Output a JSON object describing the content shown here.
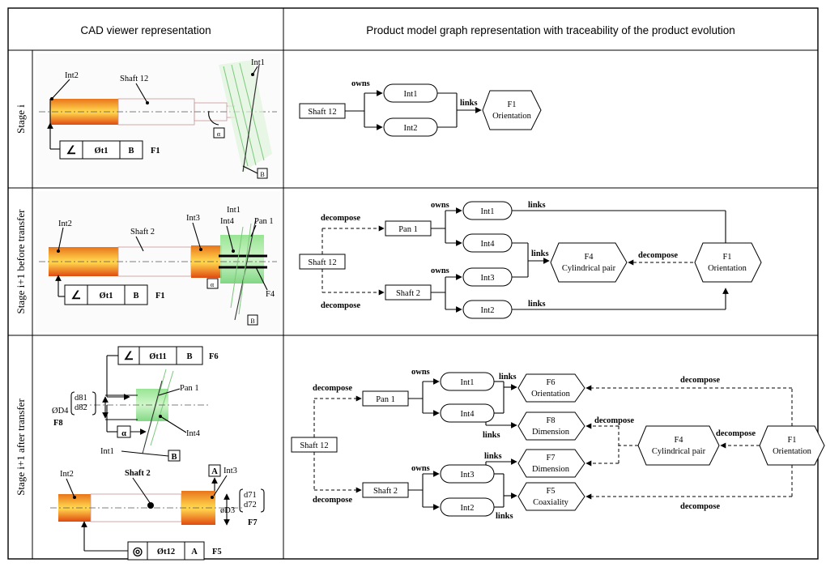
{
  "headers": {
    "cad": "CAD viewer representation",
    "graph": "Product model graph representation with traceability of the product evolution"
  },
  "stages": {
    "s1": "Stage i",
    "s2": "Stage i+1 before transfer",
    "s3": "Stage i+1 after transfer"
  },
  "cad1": {
    "int1": "Int1",
    "int2": "Int2",
    "shaft": "Shaft 12",
    "alpha": "α",
    "B": "B",
    "fcf": [
      "∠",
      "Øt1",
      "B"
    ],
    "feat": "F1"
  },
  "cad2": {
    "int1": "Int1",
    "int2": "Int2",
    "int3": "Int3",
    "int4": "Int4",
    "pan": "Pan 1",
    "shaft": "Shaft 2",
    "alpha": "α",
    "B": "B",
    "f4": "F4",
    "fcf": [
      "∠",
      "Øt1",
      "B"
    ],
    "feat": "F1"
  },
  "cad3": {
    "fcf1": [
      "∠",
      "Øt11",
      "B"
    ],
    "f6": "F6",
    "pan": "Pan 1",
    "int4": "Int4",
    "int1": "Int1",
    "alpha": "α",
    "B": "B",
    "dim": "ØD4",
    "d81": "d81",
    "d82": "d82",
    "f8": "F8",
    "int2": "Int2",
    "shaft": "Shaft 2",
    "A": "A",
    "int3": "Int3",
    "d71": "d71",
    "d72": "d72",
    "dim3": "øD3",
    "f7": "F7",
    "fcf2": [
      "◎",
      "Øt12",
      "A"
    ],
    "f5": "F5"
  },
  "g1": {
    "shaft": "Shaft 12",
    "owns": "owns",
    "int1": "Int1",
    "int2": "Int2",
    "links": "links",
    "f1a": "F1",
    "f1b": "Orientation"
  },
  "g2": {
    "shaft": "Shaft 12",
    "decompose_top": "decompose",
    "decompose_bot": "decompose",
    "pan": "Pan 1",
    "shaft2": "Shaft 2",
    "owns_top": "owns",
    "owns_bot": "owns",
    "int1": "Int1",
    "int4": "Int4",
    "int3": "Int3",
    "int2": "Int2",
    "links_top": "links",
    "links_mid": "links",
    "links_bot": "links",
    "f4a": "F4",
    "f4b": "Cylindrical pair",
    "decompose_mid": "decompose",
    "f1a": "F1",
    "f1b": "Orientation"
  },
  "g3": {
    "shaft": "Shaft 12",
    "decompose_top": "decompose",
    "decompose_bot": "decompose",
    "pan": "Pan 1",
    "shaft2": "Shaft 2",
    "owns_top": "owns",
    "owns_bot": "owns",
    "int1": "Int1",
    "int4": "Int4",
    "int3": "Int3",
    "int2": "Int2",
    "links1": "links",
    "links2": "links",
    "links3": "links",
    "links4": "links",
    "f6a": "F6",
    "f6b": "Orientation",
    "f8a": "F8",
    "f8b": "Dimension",
    "f7a": "F7",
    "f7b": "Dimension",
    "f5a": "F5",
    "f5b": "Coaxiality",
    "f4a": "F4",
    "f4b": "Cylindrical pair",
    "f1a": "F1",
    "f1b": "Orientation",
    "dec_f6": "decompose",
    "dec_f8": "decompose",
    "dec_f4": "decompose",
    "dec_f5": "decompose"
  }
}
